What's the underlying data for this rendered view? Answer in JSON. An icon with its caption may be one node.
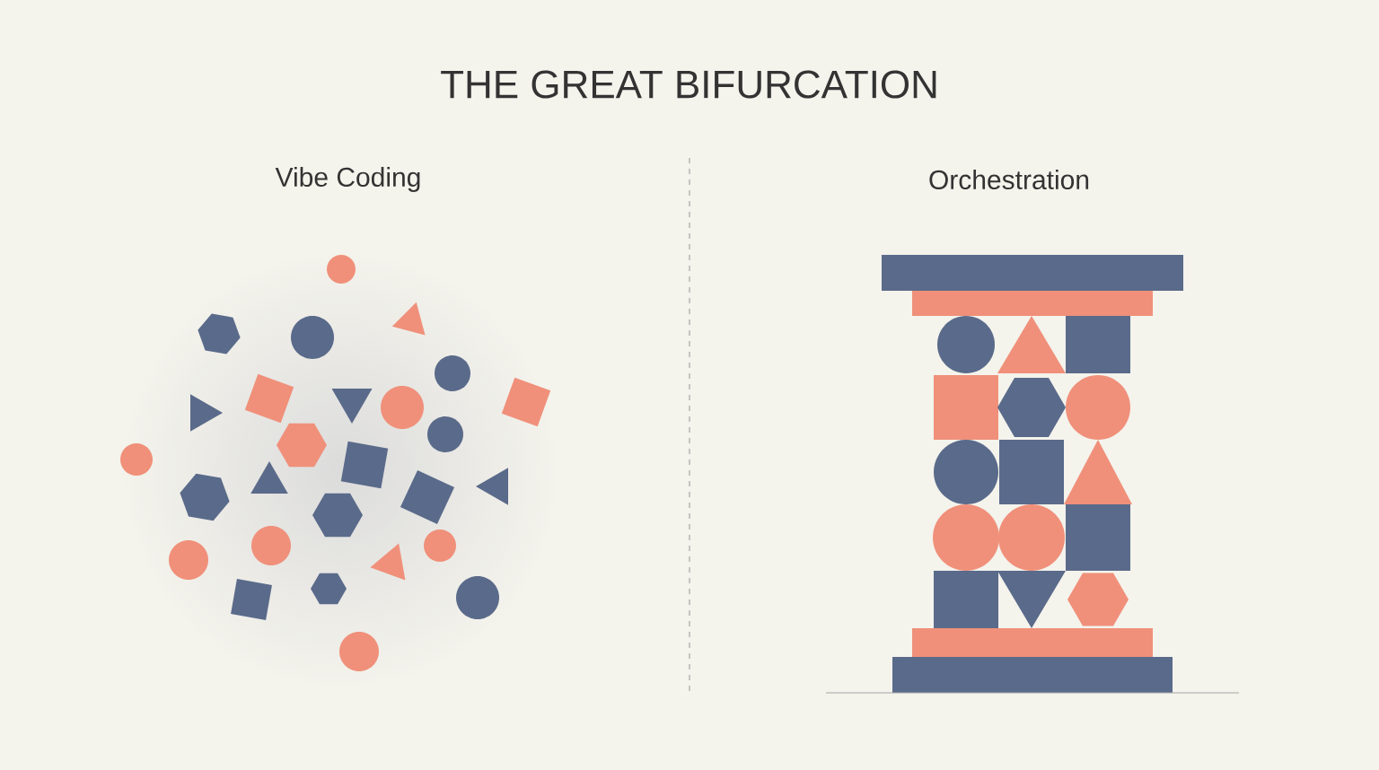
{
  "diagram": {
    "title": "THE GREAT BIFURCATION",
    "labels": [
      "Vibe Coding",
      "Orchestration"
    ]
  }
}
